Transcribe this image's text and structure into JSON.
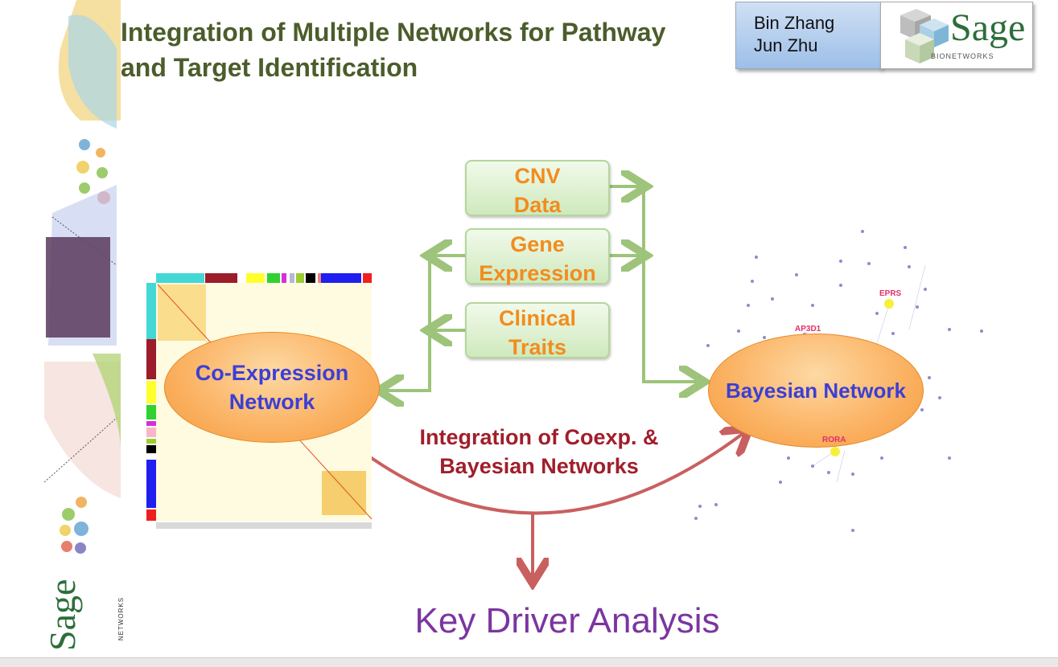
{
  "slide": {
    "title": "Integration of Multiple Networks for Pathway and Target Identification",
    "authors": [
      "Bin Zhang",
      "Jun Zhu"
    ],
    "logo": {
      "word": "Sage",
      "sub": "BIONETWORKS"
    },
    "side_logo": {
      "word": "Sage",
      "sub": "NETWORKS"
    },
    "data_boxes": [
      {
        "line1": "CNV",
        "line2": "Data"
      },
      {
        "line1": "Gene",
        "line2": "Expression"
      },
      {
        "line1": "Clinical",
        "line2": "Traits"
      }
    ],
    "coexpression": {
      "line1": "Co-Expression",
      "line2": "Network"
    },
    "bayesian": {
      "label": "Bayesian Network",
      "node_labels": [
        "EPRS",
        "AP3D1",
        "RORA"
      ]
    },
    "integration": {
      "line1": "Integration of Coexp. &",
      "line2": "Bayesian Networks"
    },
    "key_driver": "Key Driver Analysis"
  },
  "colors": {
    "title": "#4b5d2b",
    "data_text": "#f28c1e",
    "ellipse_text": "#3b3fd6",
    "integration_text": "#a01e2a",
    "key_driver_text": "#7b35a0",
    "arrow_green": "#9dc47a",
    "arrow_red": "#c8605f"
  }
}
